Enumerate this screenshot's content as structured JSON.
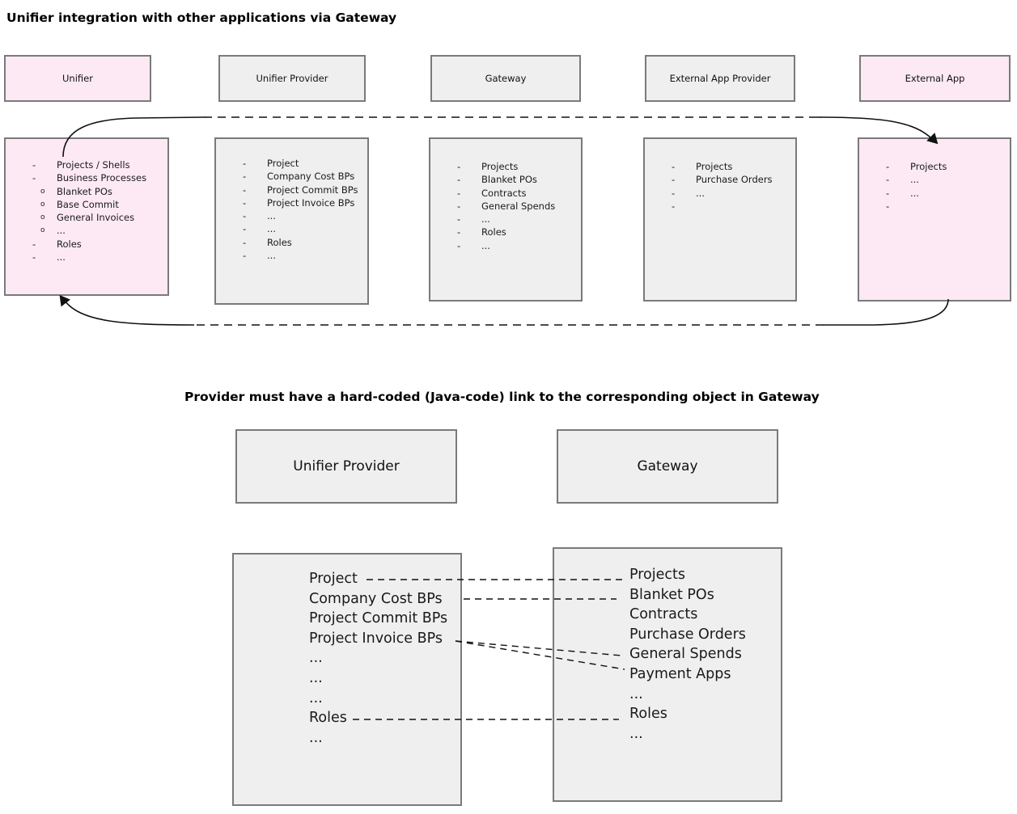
{
  "titles": {
    "top": "Unifier integration with other applications via Gateway",
    "middle": "Provider must have a hard-coded (Java-code) link to the corresponding object in Gateway"
  },
  "colors": {
    "pink_fill": "#fce9f4",
    "grey_fill": "#efefef",
    "border": "#7a7a7a",
    "line": "#1a1a1a"
  },
  "top_diagram": {
    "headers": [
      {
        "label": "Unifier",
        "style": "pink"
      },
      {
        "label": "Unifier Provider",
        "style": "grey"
      },
      {
        "label": "Gateway",
        "style": "grey"
      },
      {
        "label": "External App Provider",
        "style": "grey"
      },
      {
        "label": "External App",
        "style": "pink"
      }
    ],
    "columns": [
      {
        "style": "pink",
        "items": [
          {
            "marker": "-",
            "level": 1,
            "text": "Projects / Shells"
          },
          {
            "marker": "-",
            "level": 1,
            "text": "Business Processes"
          },
          {
            "marker": "o",
            "level": 2,
            "text": "Blanket POs"
          },
          {
            "marker": "o",
            "level": 2,
            "text": "Base Commit"
          },
          {
            "marker": "o",
            "level": 2,
            "text": "General Invoices"
          },
          {
            "marker": "o",
            "level": 2,
            "text": "..."
          },
          {
            "marker": "-",
            "level": 1,
            "text": "Roles"
          },
          {
            "marker": "-",
            "level": 1,
            "text": "..."
          }
        ]
      },
      {
        "style": "grey",
        "items": [
          {
            "marker": "-",
            "level": 1,
            "text": "Project"
          },
          {
            "marker": "-",
            "level": 1,
            "text": "Company Cost BPs"
          },
          {
            "marker": "-",
            "level": 1,
            "text": "Project Commit BPs"
          },
          {
            "marker": "-",
            "level": 1,
            "text": "Project Invoice BPs"
          },
          {
            "marker": "-",
            "level": 1,
            "text": "..."
          },
          {
            "marker": "-",
            "level": 1,
            "text": "..."
          },
          {
            "marker": "-",
            "level": 1,
            "text": "Roles"
          },
          {
            "marker": "-",
            "level": 1,
            "text": "..."
          }
        ]
      },
      {
        "style": "grey",
        "items": [
          {
            "marker": "-",
            "level": 1,
            "text": "Projects"
          },
          {
            "marker": "-",
            "level": 1,
            "text": "Blanket POs"
          },
          {
            "marker": "-",
            "level": 1,
            "text": "Contracts"
          },
          {
            "marker": "-",
            "level": 1,
            "text": "General Spends"
          },
          {
            "marker": "-",
            "level": 1,
            "text": "..."
          },
          {
            "marker": "-",
            "level": 1,
            "text": "Roles"
          },
          {
            "marker": "-",
            "level": 1,
            "text": "..."
          }
        ]
      },
      {
        "style": "grey",
        "items": [
          {
            "marker": "-",
            "level": 1,
            "text": "Projects"
          },
          {
            "marker": "-",
            "level": 1,
            "text": "Purchase Orders"
          },
          {
            "marker": "-",
            "level": 1,
            "text": "..."
          },
          {
            "marker": "-",
            "level": 1,
            "text": ""
          }
        ]
      },
      {
        "style": "pink",
        "items": [
          {
            "marker": "-",
            "level": 1,
            "text": "Projects"
          },
          {
            "marker": "-",
            "level": 1,
            "text": "..."
          },
          {
            "marker": "-",
            "level": 1,
            "text": "..."
          },
          {
            "marker": "-",
            "level": 1,
            "text": ""
          }
        ]
      }
    ]
  },
  "bottom_diagram": {
    "headers": [
      {
        "label": "Unifier Provider"
      },
      {
        "label": "Gateway"
      }
    ],
    "provider_items": [
      "Project",
      "Company Cost BPs",
      "Project Commit BPs",
      "Project Invoice BPs",
      "...",
      "...",
      "...",
      "Roles",
      "..."
    ],
    "gateway_items": [
      "Projects",
      "Blanket POs",
      "Contracts",
      "Purchase Orders",
      "General Spends",
      "Payment Apps",
      "...",
      "Roles",
      "..."
    ],
    "mappings": [
      {
        "from": "Project",
        "to": "Projects"
      },
      {
        "from": "Company Cost BPs",
        "to": "Blanket POs"
      },
      {
        "from": "Project Invoice BPs",
        "to": "General Spends"
      },
      {
        "from": "Project Invoice BPs",
        "to": "Payment Apps"
      },
      {
        "from": "Roles",
        "to": "Roles"
      }
    ]
  }
}
